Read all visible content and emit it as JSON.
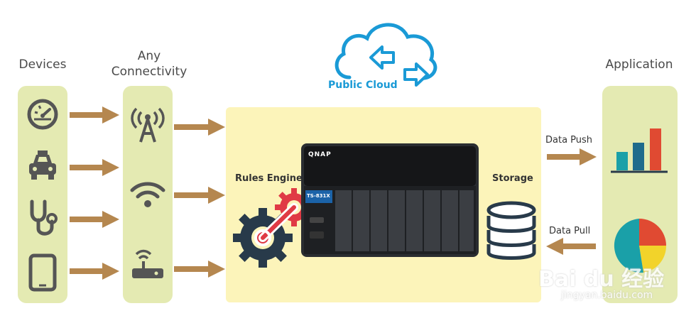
{
  "columns": {
    "devices": "Devices",
    "connectivity_line1": "Any",
    "connectivity_line2": "Connectivity",
    "application": "Application"
  },
  "cloud": {
    "label": "Public Cloud"
  },
  "hub": {
    "rules_engine": "Rules Engine",
    "storage": "Storage",
    "nas_brand": "QNAP",
    "nas_model": "TS-831X"
  },
  "flows": {
    "data_push": "Data Push",
    "data_pull": "Data Pull"
  },
  "watermark": {
    "line1": "Bai du 经验",
    "line2": "jingyan.baidu.com"
  },
  "colors": {
    "panel": "#e4eab2",
    "hub": "#fcf4ba",
    "arrow": "#b5874f",
    "icon": "#555555",
    "cloud": "#1a9ad6",
    "gear_dark": "#283a4a",
    "gear_red": "#e03a45",
    "bar_teal": "#1aa0a8",
    "bar_blue": "#1f6b8c",
    "bar_red": "#e04a32",
    "pie_yellow": "#f2d32a"
  },
  "icons": {
    "devices": [
      "speedometer-icon",
      "car-icon",
      "stethoscope-icon",
      "tablet-icon"
    ],
    "connectivity": [
      "cell-tower-icon",
      "wifi-icon",
      "router-icon"
    ],
    "application": [
      "bar-chart-icon",
      "pie-chart-icon"
    ]
  }
}
